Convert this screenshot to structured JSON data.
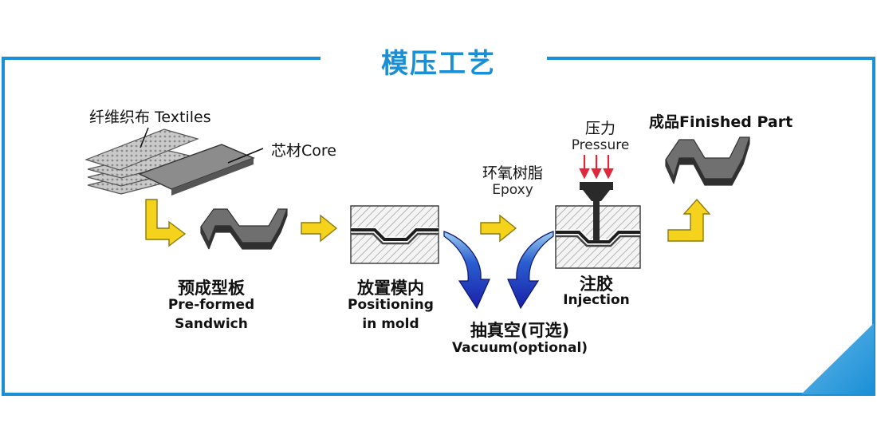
{
  "title": "模压工艺",
  "colors": {
    "accent": "#1a8fd6",
    "arrow_yellow": "#f5d21c",
    "arrow_blue": "#1d2fb8",
    "pressure_red": "#e0283c"
  },
  "labels": {
    "textiles": "纤维织布 Textiles",
    "core": "芯材Core",
    "finished": "成品Finished Part",
    "pressure_cn": "压力",
    "pressure_en": "Pressure",
    "epoxy_cn": "环氧树脂",
    "epoxy_en": "Epoxy",
    "preformed_cn": "预成型板",
    "preformed_en1": "Pre-formed",
    "preformed_en2": "Sandwich",
    "positioning_cn": "放置模内",
    "positioning_en1": "Positioning",
    "positioning_en2": "in mold",
    "vacuum_cn": "抽真空(可选)",
    "vacuum_en": "Vacuum(optional)",
    "injection_cn": "注胶",
    "injection_en": "Injection"
  },
  "icons": [
    "yellow-flow-arrow",
    "blue-curved-arrow",
    "pressure-arrow",
    "injection-nozzle",
    "mold",
    "sandwich-panel"
  ]
}
